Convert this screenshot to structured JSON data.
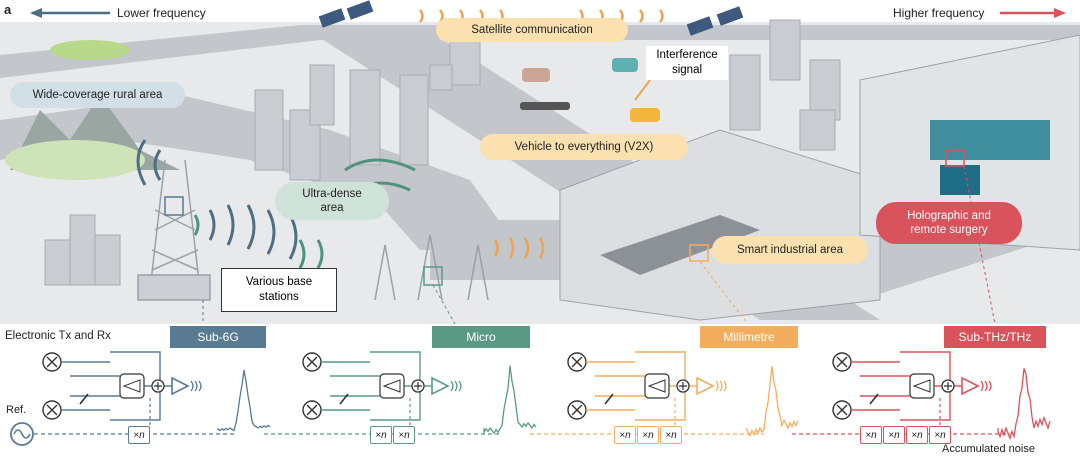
{
  "panel_label": "a",
  "freq_axis": {
    "lower": "Lower frequency",
    "higher": "Higher frequency"
  },
  "scene": {
    "satellite": "Satellite communication",
    "interference": "Interference\nsignal",
    "rural": "Wide-coverage rural area",
    "v2x": "Vehicle to everything (V2X)",
    "ultra_dense": "Ultra-dense\narea",
    "base_stations": "Various base\nstations",
    "industrial": "Smart industrial area",
    "surgery": "Holographic and\nremote surgery"
  },
  "bands": [
    {
      "label": "Sub-6G",
      "color": "#587a93"
    },
    {
      "label": "Micro",
      "color": "#5a9a85"
    },
    {
      "label": "Millimetre",
      "color": "#f2ae5e"
    },
    {
      "label": "Sub-THz/THz",
      "color": "#d9535c"
    }
  ],
  "tx_rx_label": "Electronic Tx and Rx",
  "ref_label": "Ref.",
  "multiplier": "×n",
  "noise_label": "Accumulated noise",
  "colors": {
    "sub6g": "#587a93",
    "micro": "#5a9a85",
    "mm": "#f2ae5e",
    "thz": "#d9535c",
    "road": "#b9bcc0",
    "ground": "#e6e8ea"
  }
}
